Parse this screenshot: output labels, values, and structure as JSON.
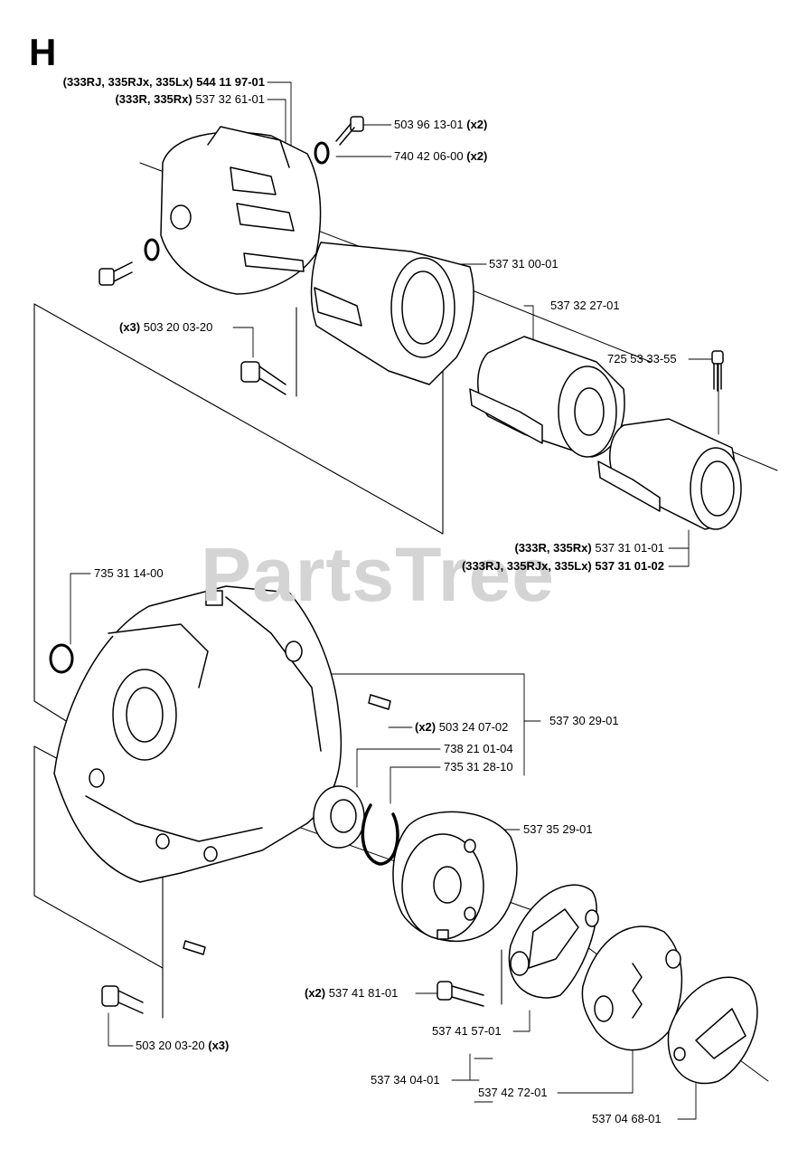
{
  "section": "H",
  "watermark": "PartsTree",
  "labels": {
    "cover_a_models": "(333RJ, 335RJx, 335Lx)",
    "cover_a_num": "544 11 97-01",
    "cover_b_models": "(333R, 335Rx)",
    "cover_b_num": "537 32 61-01",
    "screw_top_num": "503 96 13-01",
    "screw_top_qty": "(x2)",
    "oring_num": "740 42 06-00",
    "oring_qty": "(x2)",
    "housing_num": "537 31 00-01",
    "screw_x3_qty": "(x3)",
    "screw_x3_num": "503 20 03-20",
    "sleeve_num": "537 32 27-01",
    "bolt_num": "725 53 33-55",
    "clamp_a_models": "(333R, 335Rx)",
    "clamp_a_num": "537 31 01-01",
    "clamp_b_models": "(333RJ, 335RJx, 335Lx)",
    "clamp_b_num": "537 31 01-02",
    "ring_num": "735 31 14-00",
    "crankcase_num": "537 30 29-01",
    "pin_qty": "(x2)",
    "pin_num": "503 24 07-02",
    "bearing_num": "738 21 01-04",
    "circlip_num": "735 31 28-10",
    "drum_num": "537 35 29-01",
    "shoulder_qty": "(x2)",
    "shoulder_num": "537 41 81-01",
    "washer_num": "537 41 57-01",
    "screw_bottom_num": "503 20 03-20",
    "screw_bottom_qty": "(x3)",
    "clutch_num": "537 34 04-01",
    "spring_num": "537 42 72-01",
    "plate_num": "537 04 68-01"
  }
}
